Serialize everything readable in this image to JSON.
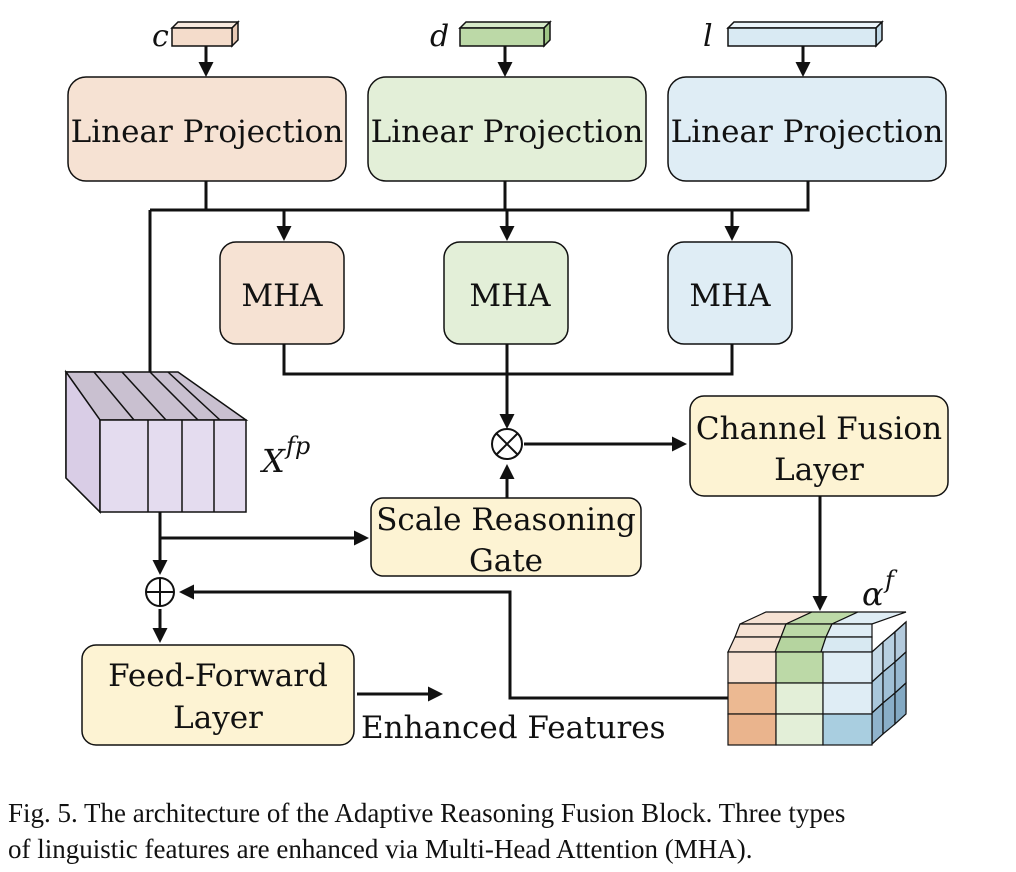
{
  "inputs": {
    "c": {
      "symbol": "c",
      "color": "#f4dccb"
    },
    "d": {
      "symbol": "d",
      "color": "#bcd9a7"
    },
    "l": {
      "symbol": "l",
      "color": "#d9eaf3"
    }
  },
  "nodes": {
    "lp_c": "Linear Projection",
    "lp_d": "Linear Projection",
    "lp_l": "Linear Projection",
    "mha_c": "MHA",
    "mha_d": "MHA",
    "mha_l": "MHA",
    "channel_fusion_1": "Channel Fusion",
    "channel_fusion_2": "Layer",
    "scale_gate_1": "Scale Reasoning",
    "scale_gate_2": "Gate",
    "feed_forward_1": "Feed-Forward",
    "feed_forward_2": "Layer",
    "enhanced_features": "Enhanced Features"
  },
  "symbols": {
    "x_base": "X",
    "x_sup": "fp",
    "alpha_base": "α",
    "alpha_sup": "f",
    "multiply": "⊗",
    "add": "⊕"
  },
  "colors": {
    "orange_fill": "#f6e2d3",
    "green_fill": "#e3efd8",
    "blue_fill": "#dfedf5",
    "yellow_fill": "#fdf3d3",
    "purple_fill": "#e4dcef",
    "purple_top": "#c9c0d0"
  },
  "caption": {
    "line1": "Fig. 5.  The architecture of the Adaptive Reasoning Fusion Block. Three types",
    "line2": "of linguistic features are enhanced via Multi-Head Attention (MHA)."
  }
}
